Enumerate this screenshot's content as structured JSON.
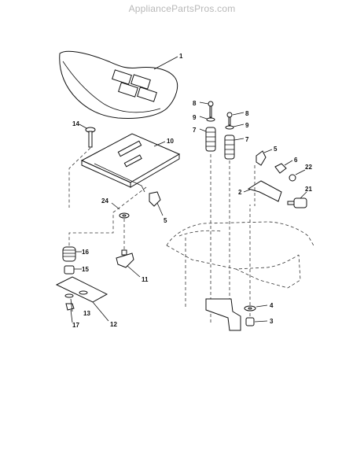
{
  "watermark": "AppliancePartsPros.com",
  "callouts": [
    {
      "id": "c1",
      "text": "1"
    },
    {
      "id": "c8a",
      "text": "8"
    },
    {
      "id": "c8b",
      "text": "8"
    },
    {
      "id": "c9a",
      "text": "9"
    },
    {
      "id": "c9b",
      "text": "9"
    },
    {
      "id": "c7a",
      "text": "7"
    },
    {
      "id": "c7b",
      "text": "7"
    },
    {
      "id": "c14",
      "text": "14"
    },
    {
      "id": "c10",
      "text": "10"
    },
    {
      "id": "c5a",
      "text": "5"
    },
    {
      "id": "c6",
      "text": "6"
    },
    {
      "id": "c22",
      "text": "22"
    },
    {
      "id": "c2",
      "text": "2"
    },
    {
      "id": "c21",
      "text": "21"
    },
    {
      "id": "c24",
      "text": "24"
    },
    {
      "id": "c5b",
      "text": "5"
    },
    {
      "id": "c16",
      "text": "16"
    },
    {
      "id": "c15",
      "text": "15"
    },
    {
      "id": "c11",
      "text": "11"
    },
    {
      "id": "c13",
      "text": "13"
    },
    {
      "id": "c17",
      "text": "17"
    },
    {
      "id": "c12",
      "text": "12"
    },
    {
      "id": "c4",
      "text": "4"
    },
    {
      "id": "c3",
      "text": "3"
    }
  ]
}
